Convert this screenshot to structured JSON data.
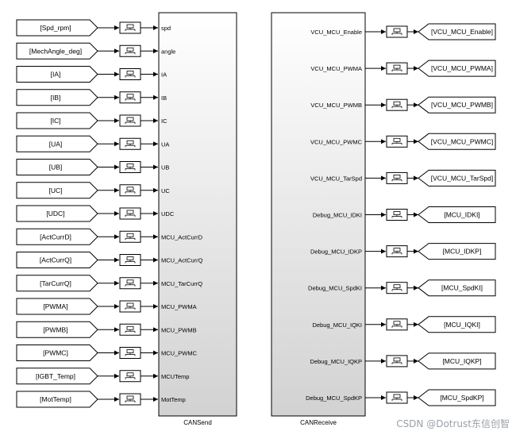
{
  "send_block": {
    "title": "CANSend",
    "inputs": [
      {
        "tag": "[Spd_rpm]",
        "port": "spd"
      },
      {
        "tag": "[MechAngle_deg]",
        "port": "angle"
      },
      {
        "tag": "[IA]",
        "port": "IA"
      },
      {
        "tag": "[IB]",
        "port": "IB"
      },
      {
        "tag": "[IC]",
        "port": "IC"
      },
      {
        "tag": "[UA]",
        "port": "UA"
      },
      {
        "tag": "[UB]",
        "port": "UB"
      },
      {
        "tag": "[UC]",
        "port": "UC"
      },
      {
        "tag": "[UDC]",
        "port": "UDC"
      },
      {
        "tag": "[ActCurrD]",
        "port": "MCU_ActCurrD"
      },
      {
        "tag": "[ActCurrQ]",
        "port": "MCU_ActCurrQ"
      },
      {
        "tag": "[TarCurrQ]",
        "port": "MCU_TarCurrQ"
      },
      {
        "tag": "[PWMA]",
        "port": "MCU_PWMA"
      },
      {
        "tag": "[PWMB]",
        "port": "MCU_PWMB"
      },
      {
        "tag": "[PWMC]",
        "port": "MCU_PWMC"
      },
      {
        "tag": "[IGBT_Temp]",
        "port": "MCUTemp"
      },
      {
        "tag": "[MotTemp]",
        "port": "MotTemp"
      }
    ]
  },
  "receive_block": {
    "title": "CANReceive",
    "outputs": [
      {
        "port": "VCU_MCU_Enable",
        "tag": "[VCU_MCU_Enable]"
      },
      {
        "port": "VCU_MCU_PWMA",
        "tag": "[VCU_MCU_PWMA]"
      },
      {
        "port": "VCU_MCU_PWMB",
        "tag": "[VCU_MCU_PWMB]"
      },
      {
        "port": "VCU_MCU_PWMC",
        "tag": "[VCU_MCU_PWMC]"
      },
      {
        "port": "VCU_MCU_TarSpd",
        "tag": "[VCU_MCU_TarSpd]"
      },
      {
        "port": "Debug_MCU_IDKI",
        "tag": "[MCU_IDKI]"
      },
      {
        "port": "Debug_MCU_IDKP",
        "tag": "[MCU_IDKP]"
      },
      {
        "port": "Debug_MCU_SpdKI",
        "tag": "[MCU_SpdKI]"
      },
      {
        "port": "Debug_MCU_IQKI",
        "tag": "[MCU_IQKI]"
      },
      {
        "port": "Debug_MCU_IQKP",
        "tag": "[MCU_IQKP]"
      },
      {
        "port": "Debug_MCU_SpdKP",
        "tag": "[MCU_SpdKP]"
      }
    ]
  },
  "watermark": "CSDN @Dotrust东信创智"
}
